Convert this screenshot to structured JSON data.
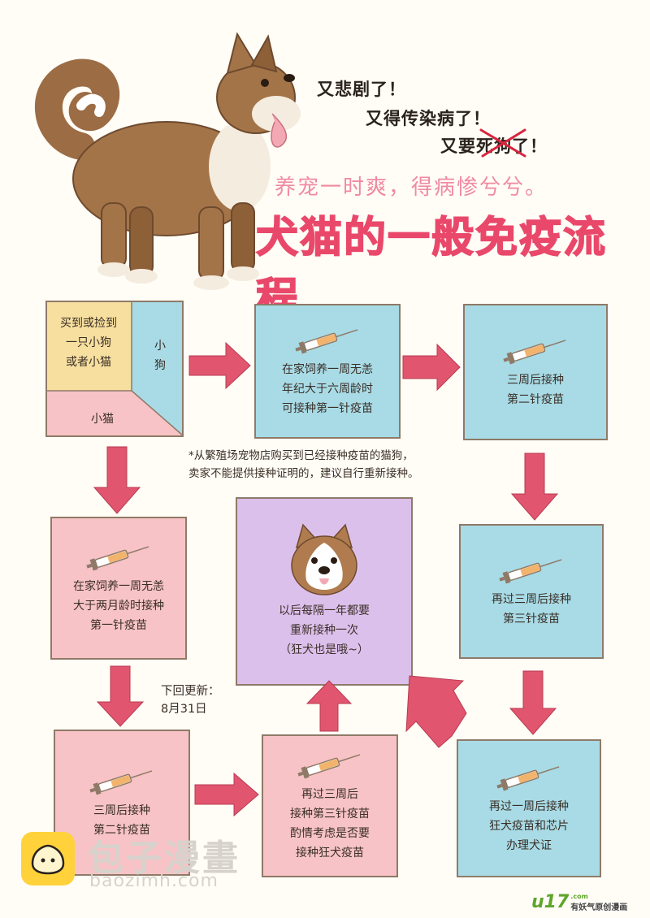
{
  "exclamations": [
    "又悲剧了！",
    "又得传染病了！",
    "又要",
    "死狗",
    "了！"
  ],
  "subtitle": "养宠一时爽，得病惨兮兮。",
  "title": "犬猫的一般免疫流程",
  "start_box": {
    "question": "买到或捡到\n一只小狗\n或者小猫",
    "dog_label": "小\n狗",
    "cat_label": "小猫"
  },
  "steps": {
    "dog_1": "在家饲养一周无恙\n年纪大于六周龄时\n可接种第一针疫苗",
    "dog_2": "三周后接种\n第二针疫苗",
    "dog_3": "再过三周后接种\n第三针疫苗",
    "dog_4": "再过一周后接种\n狂犬疫苗和芯片\n办理犬证",
    "cat_1": "在家饲养一周无恙\n大于两月龄时接种\n第一针疫苗",
    "cat_2": "三周后接种\n第二针疫苗",
    "cat_3": "再过三周后\n接种第三针疫苗\n酌情考虑是否要\n接种狂犬疫苗",
    "final": "以后每隔一年都要\n重新接种一次\n（狂犬也是哦~）"
  },
  "footnote": "*从繁殖场宠物店购买到已经接种疫苗的猫狗，\n卖家不能提供接种证明的，建议自行重新接种。",
  "next_update": "下回更新：\n8月31日",
  "watermark": {
    "name": "包子漫畫",
    "url": "baozimh.com"
  },
  "brand": {
    "logo": "u17",
    "dot": ".com",
    "slogan": "有妖气原创漫画"
  },
  "colors": {
    "title": "#e9486a",
    "blue_box": "#a8dbe6",
    "pink_box": "#f7c3c6",
    "purple_box": "#dcc0ec",
    "arrow": "#e1566e"
  }
}
